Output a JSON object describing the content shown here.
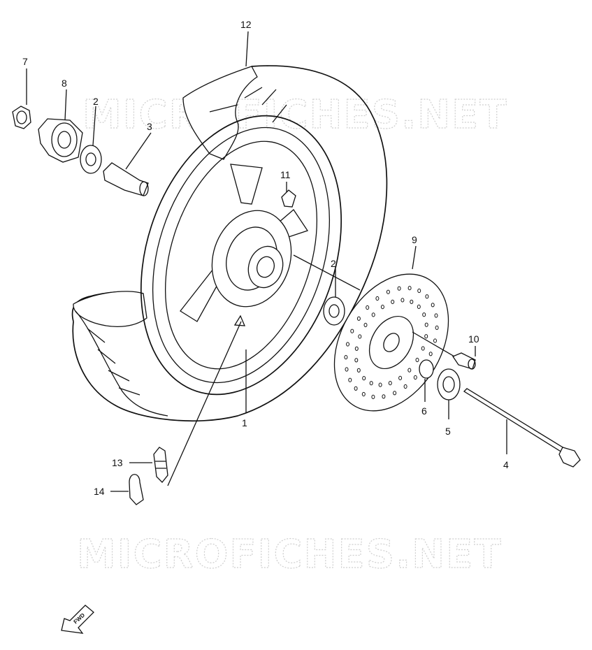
{
  "watermark": {
    "text": "MICROFICHES.NET"
  },
  "fwd_label": "FWD",
  "callouts": [
    {
      "id": "c1",
      "label": "1"
    },
    {
      "id": "c2a",
      "label": "2"
    },
    {
      "id": "c2b",
      "label": "2"
    },
    {
      "id": "c3",
      "label": "3"
    },
    {
      "id": "c4",
      "label": "4"
    },
    {
      "id": "c5",
      "label": "5"
    },
    {
      "id": "c6",
      "label": "6"
    },
    {
      "id": "c7",
      "label": "7"
    },
    {
      "id": "c8",
      "label": "8"
    },
    {
      "id": "c9",
      "label": "9"
    },
    {
      "id": "c10",
      "label": "10"
    },
    {
      "id": "c11",
      "label": "11"
    },
    {
      "id": "c12",
      "label": "12"
    },
    {
      "id": "c13",
      "label": "13"
    },
    {
      "id": "c14",
      "label": "14"
    }
  ]
}
